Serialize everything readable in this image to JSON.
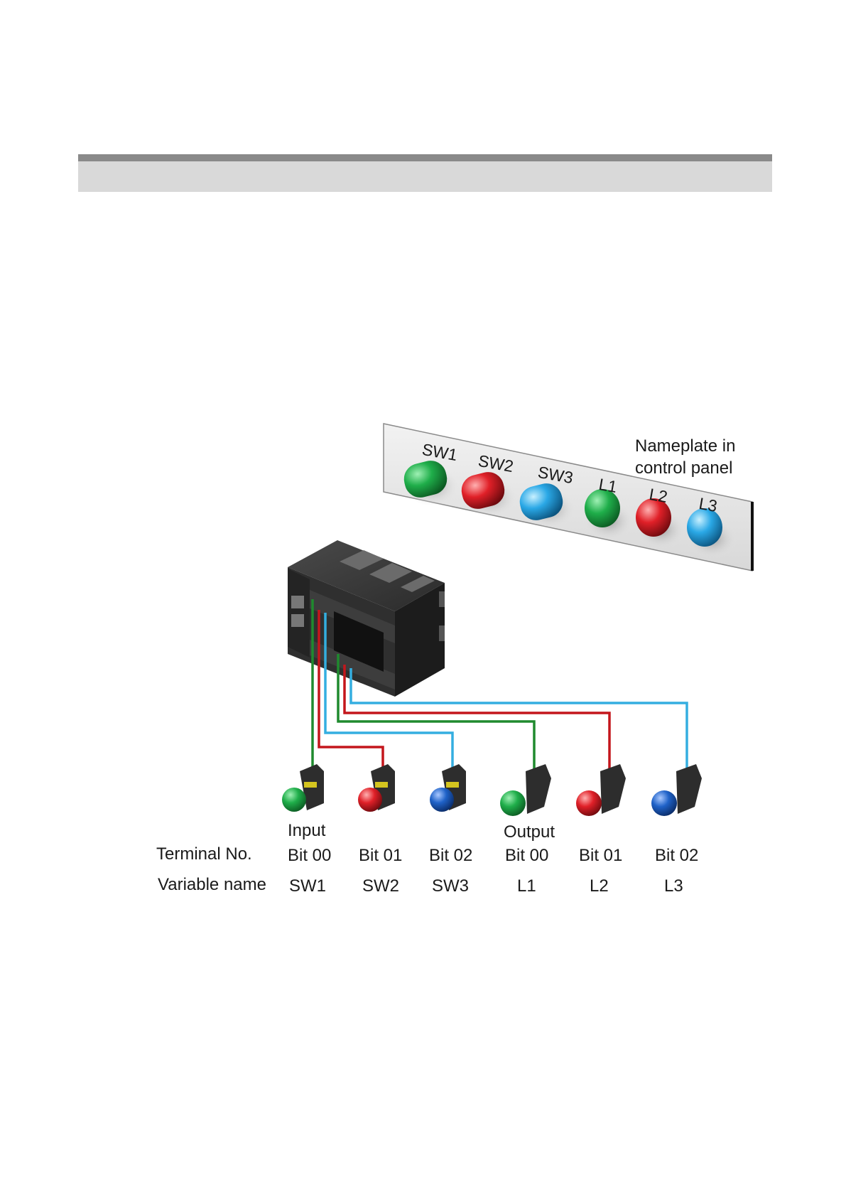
{
  "nameplate": {
    "title_line1": "Nameplate in",
    "title_line2": "control panel",
    "items": [
      {
        "label": "SW1",
        "color": "#1fae4a",
        "kind": "switch"
      },
      {
        "label": "SW2",
        "color": "#e02028",
        "kind": "switch"
      },
      {
        "label": "SW3",
        "color": "#2aa8e6",
        "kind": "switch"
      },
      {
        "label": "L1",
        "color": "#1f8f2f",
        "kind": "lamp"
      },
      {
        "label": "L2",
        "color": "#d8141e",
        "kind": "lamp"
      },
      {
        "label": "L3",
        "color": "#1ea6e4",
        "kind": "lamp"
      }
    ]
  },
  "wire_colors": {
    "green": "#1f8a2e",
    "red": "#c4161c",
    "blue": "#34aee0"
  },
  "table": {
    "input_label": "Input",
    "output_label": "Output",
    "terminal_label": "Terminal No.",
    "variable_label": "Variable name",
    "terminals": [
      "Bit 00",
      "Bit 01",
      "Bit 02",
      "Bit 00",
      "Bit 01",
      "Bit 02"
    ],
    "variables": [
      "SW1",
      "SW2",
      "SW3",
      "L1",
      "L2",
      "L3"
    ]
  }
}
